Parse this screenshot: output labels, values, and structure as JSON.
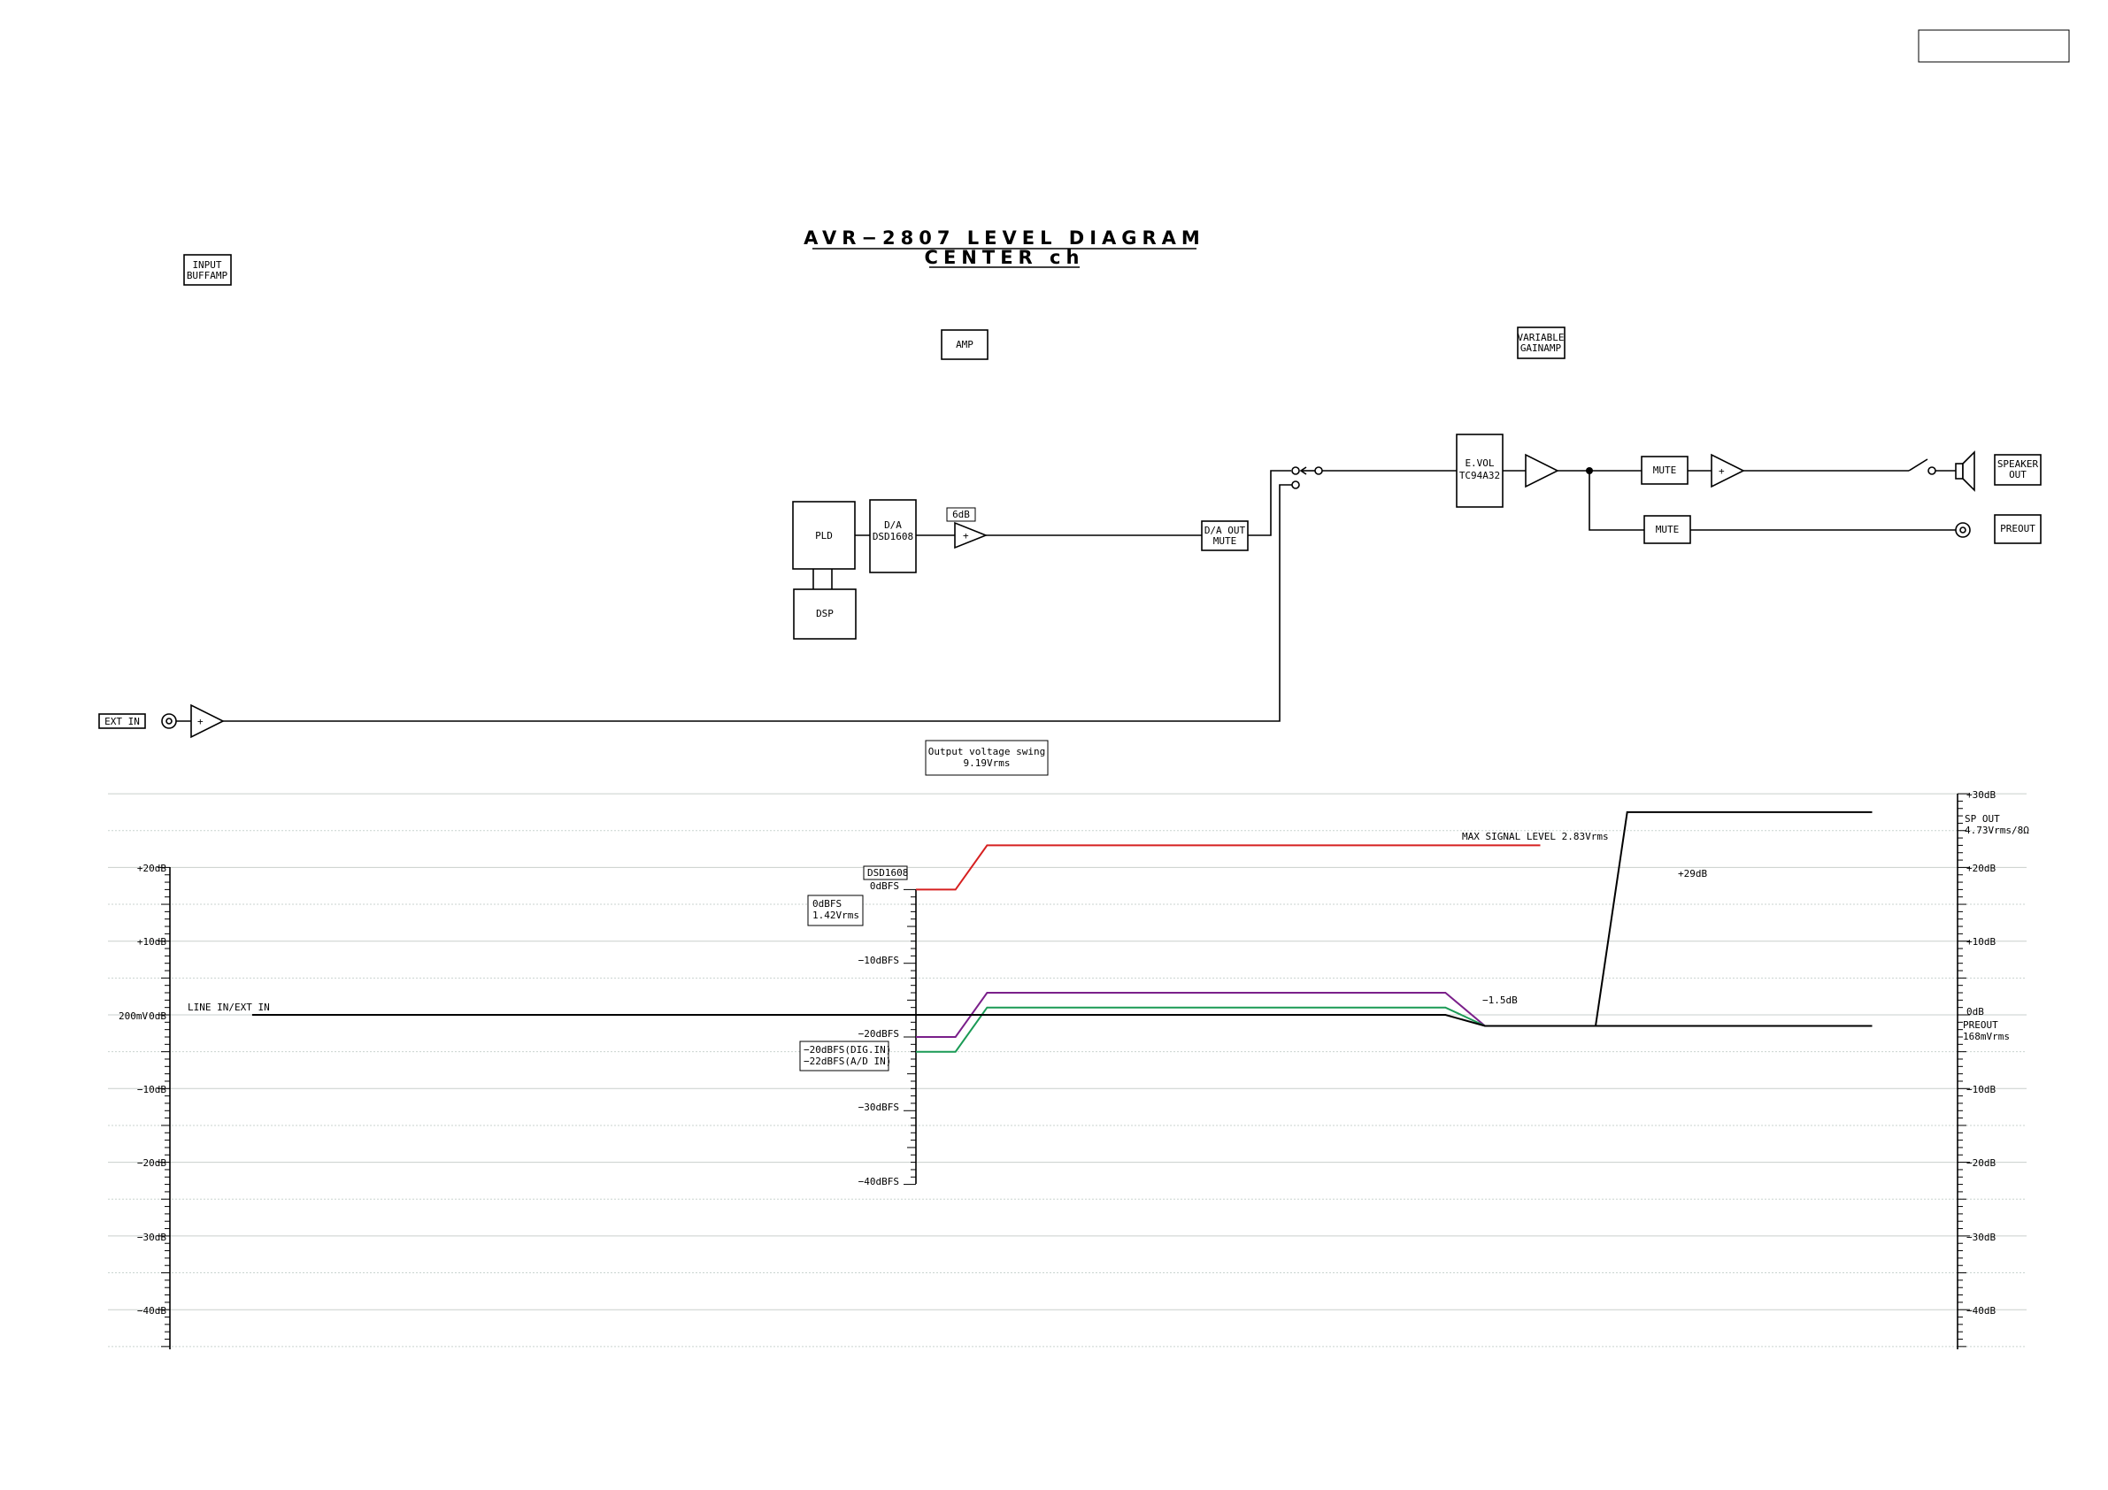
{
  "title": {
    "line1": "AVR−2807 LEVEL DIAGRAM",
    "line2": "CENTER ch"
  },
  "blocks": {
    "input_buffamp": [
      "INPUT",
      "BUFFAMP"
    ],
    "amp": "AMP",
    "variable_gainamp": [
      "VARIABLE",
      "GAINAMP"
    ],
    "pld": "PLD",
    "dsp": "DSP",
    "da": [
      "D/A",
      "DSD1608"
    ],
    "gain_6db": "6dB",
    "da_out_mute": [
      "D/A OUT",
      "MUTE"
    ],
    "evol": [
      "E.VOL",
      "TC94A32"
    ],
    "mute1": "MUTE",
    "mute2": "MUTE",
    "speaker_out": [
      "SPEAKER",
      "OUT"
    ],
    "preout": "PREOUT",
    "ext_in": "EXT IN",
    "plus": "+"
  },
  "notes": {
    "output_voltage_swing": [
      "Output voltage swing",
      "9.19Vrms"
    ],
    "dsd1608": "DSD1608",
    "odbfs_note": [
      "0dBFS",
      "1.42Vrms"
    ],
    "dbfs_inputs": [
      "−20dBFS(DIG.IN)",
      "−22dBFS(A/D IN)"
    ],
    "max_signal": "MAX SIGNAL LEVEL 2.83Vrms",
    "line_in": "LINE IN/EXT IN",
    "minus_1_5db": "−1.5dB",
    "plus_29db": "+29dB",
    "sp_out": [
      "SP OUT",
      "4.73Vrms/8Ω"
    ],
    "preout_level": [
      "0dB",
      "PREOUT",
      "168mVrms"
    ],
    "ref_200mv": "200mV"
  },
  "chart_data": {
    "type": "line",
    "ylim": [
      -45,
      30
    ],
    "left_axis_labels": [
      "+20dB",
      "+10dB",
      "0dB",
      "−10dB",
      "−20dB",
      "−30dB",
      "−40dB"
    ],
    "left_axis_values": [
      20,
      10,
      0,
      -10,
      -20,
      -30,
      -40
    ],
    "right_axis_labels": [
      "+30dB",
      "+20dB",
      "+10dB",
      "−10dB",
      "−20dB",
      "−30dB",
      "−40dB"
    ],
    "right_axis_values": [
      30,
      20,
      10,
      -10,
      -20,
      -30,
      -40
    ],
    "dbfs_axis_labels": [
      "0dBFS",
      "−10dBFS",
      "−20dBFS",
      "−30dBFS",
      "−40dBFS"
    ],
    "dbfs_axis_values": [
      0,
      -10,
      -20,
      -30,
      -40
    ],
    "series": [
      {
        "color": "#d62020",
        "points": [
          [
            0,
            17
          ],
          [
            5,
            17
          ],
          [
            9,
            23
          ],
          [
            79,
            23
          ]
        ]
      },
      {
        "color": "#7a1f8a",
        "points": [
          [
            0,
            -3
          ],
          [
            5,
            -3
          ],
          [
            9,
            3
          ],
          [
            67,
            3
          ],
          [
            72,
            -1.5
          ]
        ]
      },
      {
        "color": "#1a9a55",
        "points": [
          [
            0,
            -5
          ],
          [
            5,
            -5
          ],
          [
            9,
            1
          ],
          [
            67,
            1
          ],
          [
            72,
            -1.5
          ]
        ]
      },
      {
        "color": "#000000",
        "points": [
          [
            -84,
            0
          ],
          [
            67,
            0
          ],
          [
            72,
            -1.5
          ],
          [
            86,
            -1.5
          ],
          [
            90,
            27.5
          ],
          [
            121,
            27.5
          ]
        ]
      },
      {
        "color": "#000000",
        "points": [
          [
            86,
            -1.5
          ],
          [
            121,
            -1.5
          ]
        ]
      }
    ]
  }
}
